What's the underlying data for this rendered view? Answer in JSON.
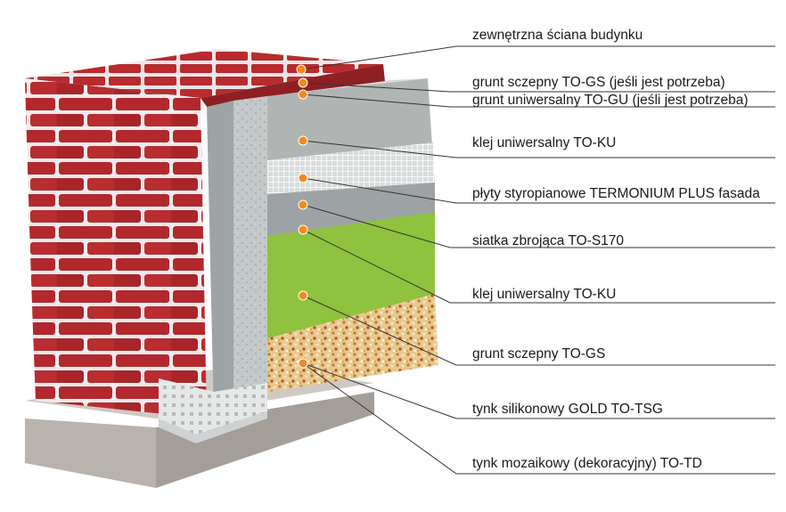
{
  "labels": [
    "zewnętrzna ściana budynku",
    "grunt sczepny TO-GS (jeśli jest potrzeba)",
    "grunt uniwersalny TO-GU (jeśli jest potrzeba)",
    "klej uniwersalny TO-KU",
    "płyty styropianowe TERMONIUM PLUS fasada",
    "siatka zbrojąca TO-S170",
    "klej uniwersalny TO-KU",
    "grunt sczepny TO-GS",
    "tynk silikonowy GOLD TO-TSG",
    "tynk mozaikowy (dekoracyjny) TO-TD"
  ],
  "colors": {
    "brick": "#b3282c",
    "mortar": "#f2ecec",
    "marker": "#f08a1e",
    "green_layer": "#8fc23e",
    "polystyrene": "#b9bdbf",
    "leader_line": "#333333"
  }
}
